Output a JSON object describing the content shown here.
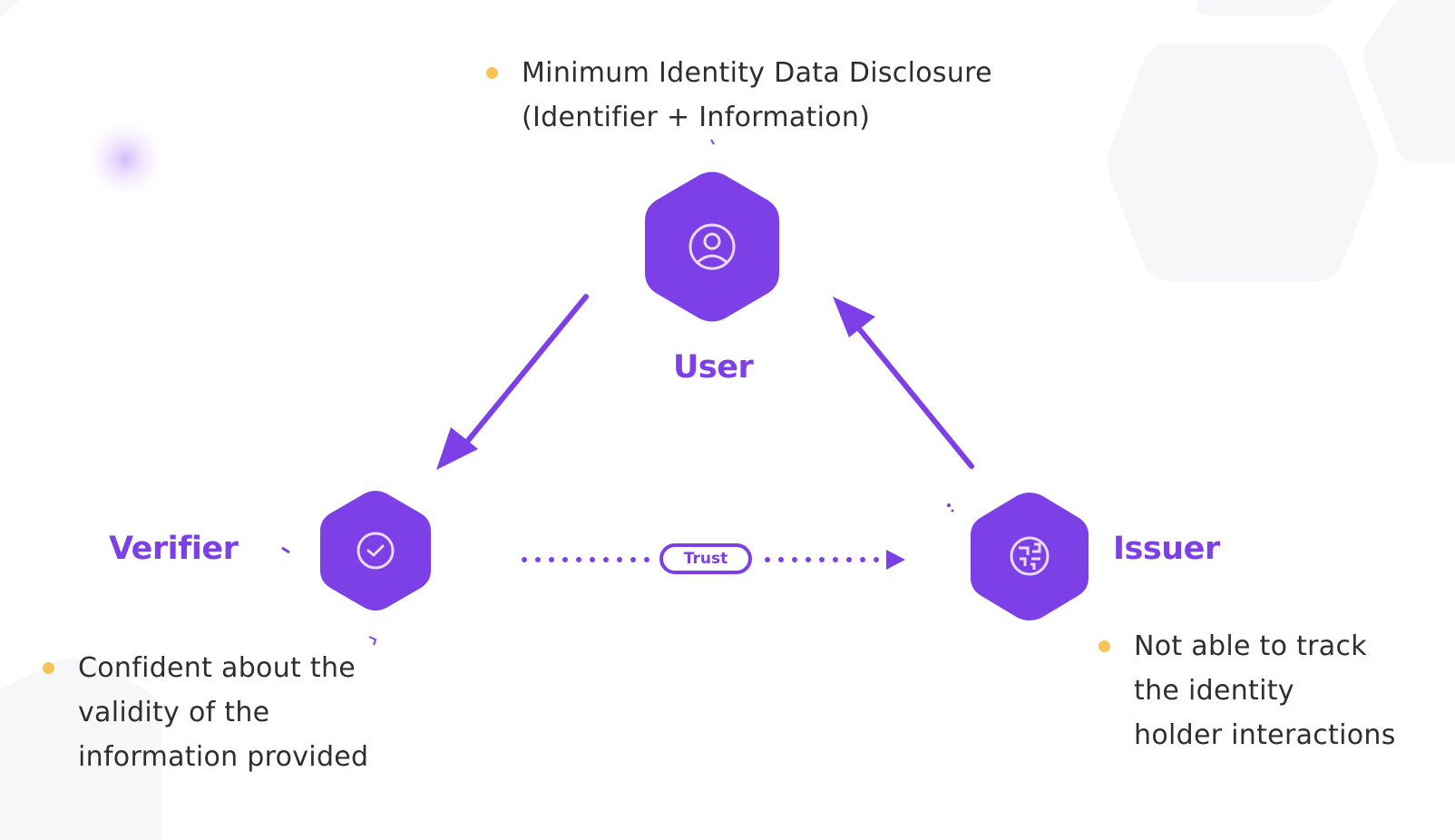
{
  "nodes": {
    "user": {
      "label": "User",
      "icon": "user-icon"
    },
    "verifier": {
      "label": "Verifier",
      "icon": "check-circle-icon"
    },
    "issuer": {
      "label": "Issuer",
      "icon": "fingerprint-icon"
    }
  },
  "notes": {
    "user": "Minimum Identity Data Disclosure\n(Identifier + Information)",
    "verifier": "Confident about the\nvalidity of the\ninformation provided",
    "issuer": "Not able to track\nthe identity\nholder interactions"
  },
  "edges": {
    "trust_label": "Trust"
  },
  "colors": {
    "accent": "#7d3fe6",
    "bullet": "#f8c356",
    "text": "#2e2e2e"
  }
}
